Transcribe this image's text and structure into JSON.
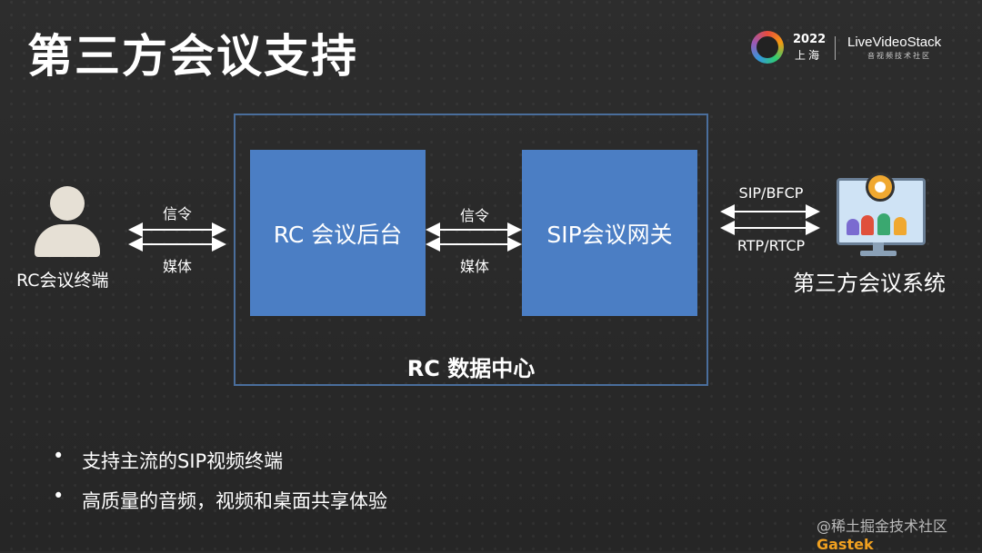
{
  "slide": {
    "title": "第三方会议支持"
  },
  "logo": {
    "event_year": "2022",
    "event_city": "上海",
    "brand_name": "LiveVideoStack",
    "brand_subtitle": "音视频技术社区"
  },
  "diagram": {
    "datacenter_label": "RC 数据中心",
    "client_label": "RC会议终端",
    "backend_label": "RC 会议后台",
    "gateway_label": "SIP会议网关",
    "third_party_label": "第三方会议系统",
    "left_arrows": {
      "top": "信令",
      "bottom": "媒体"
    },
    "middle_arrows": {
      "top": "信令",
      "bottom": "媒体"
    },
    "right_arrows": {
      "top": "SIP/BFCP",
      "bottom": "RTP/RTCP"
    },
    "colors": {
      "box_fill": "#4b7ec4",
      "frame": "#4a6e9c",
      "background": "#2b2b2b"
    }
  },
  "bullets": [
    "支持主流的SIP视频终端",
    "高质量的音频，视频和桌面共享体验"
  ],
  "watermark": {
    "prefix": "@稀土掘金技术社区",
    "brand": "Gastek"
  }
}
